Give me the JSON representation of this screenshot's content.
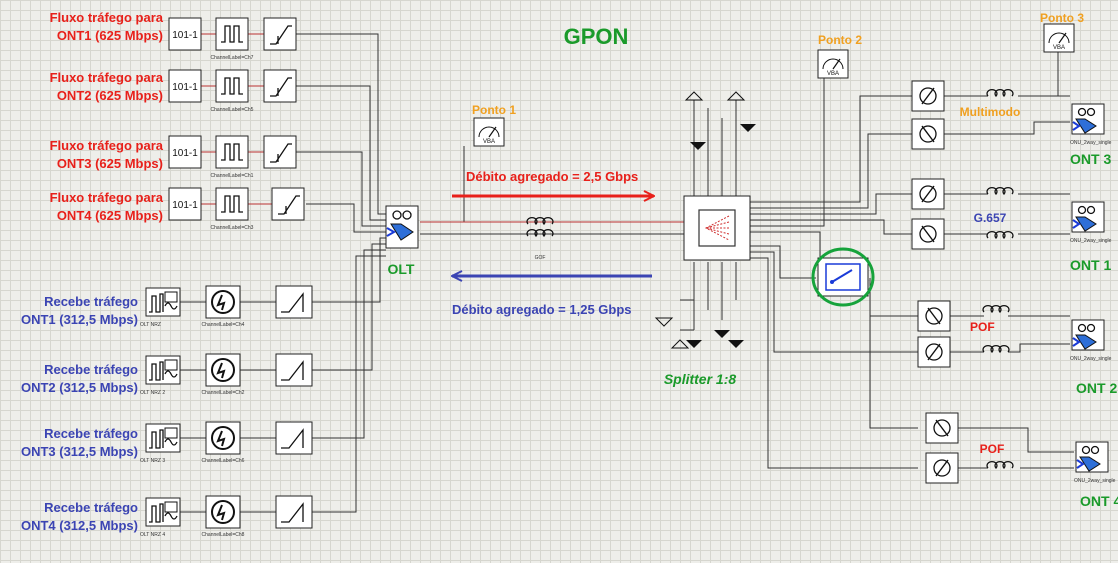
{
  "title": "GPON",
  "tx_labels": [
    [
      "Fluxo tráfego para",
      "ONT1 (625 Mbps)"
    ],
    [
      "Fluxo tráfego para",
      "ONT2 (625 Mbps)"
    ],
    [
      "Fluxo tráfego para",
      "ONT3 (625 Mbps)"
    ],
    [
      "Fluxo tráfego para",
      "ONT4 (625 Mbps)"
    ]
  ],
  "rx_labels": [
    [
      "Recebe tráfego",
      "ONT1 (312,5 Mbps)"
    ],
    [
      "Recebe tráfego",
      "ONT2 (312,5 Mbps)"
    ],
    [
      "Recebe tráfego",
      "ONT3 (312,5 Mbps)"
    ],
    [
      "Recebe tráfego",
      "ONT4 (312,5 Mbps)"
    ]
  ],
  "generator_text": "101-1",
  "tx_channel_labels": [
    "ChannelLabel=Ch7",
    "ChannelLabel=Ch5",
    "ChannelLabel=Ch1",
    "ChannelLabel=Ch3"
  ],
  "rx_channel_labels": [
    "ChannelLabel=Ch4",
    "ChannelLabel=Ch2",
    "ChannelLabel=Ch6",
    "ChannelLabel=Ch8"
  ],
  "rx_nrz_labels": [
    "OLT NRZ",
    "OLT NRZ 2",
    "OLT NRZ 3",
    "OLT NRZ 4"
  ],
  "olt_label": "OLT",
  "fiber_label": "GOF",
  "downstream_label": "Débito agregado = 2,5 Gbps",
  "upstream_label": "Débito agregado = 1,25 Gbps",
  "splitter_label": "Splitter 1:8",
  "points": [
    "Ponto 1",
    "Ponto 2",
    "Ponto 3"
  ],
  "fiber_type_labels": [
    "Multimodo",
    "G.657",
    "POF",
    "POF"
  ],
  "ont_labels": [
    "ONT 3",
    "ONT 1",
    "ONT 2",
    "ONT 4"
  ],
  "onu_tiny_label": "ONU_2way_single",
  "meter_text": "VBA",
  "colors": {
    "red": "#e8201a",
    "blue": "#3b44b3",
    "green": "#1a9a2a",
    "orange": "#f0a020",
    "highlight_circle": "#16a33b"
  }
}
